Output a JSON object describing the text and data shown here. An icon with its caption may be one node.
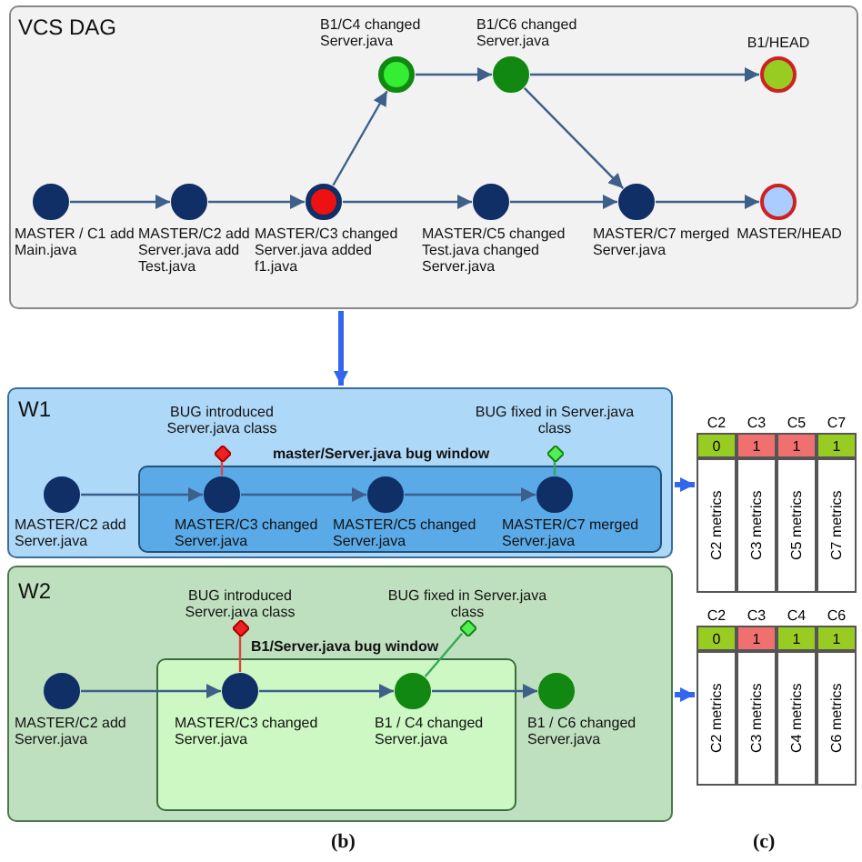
{
  "diagram": {
    "nodes": [
      {
        "text": [
          "VCS DAG"
        ]
      },
      {
        "text": [],
        "shape": "circle",
        "in": 0,
        "beside": [
          "MASTER / C1 add Main.java"
        ]
      },
      {
        "text": [],
        "shape": "circle",
        "in": 0,
        "beside": [
          "MASTER/C2 add Server.java add Test.java"
        ]
      },
      {
        "text": [],
        "shape": "circle",
        "in": 0,
        "beside": [
          "MASTER/C3 changed Server.java added f1.java"
        ]
      },
      {
        "text": [],
        "shape": "circle",
        "in": 0,
        "beside": [
          "B1/C4 changed Server.java"
        ]
      },
      {
        "text": [],
        "shape": "circle",
        "in": 0,
        "beside": [
          "B1/C6 changed Server.java"
        ]
      },
      {
        "text": [],
        "shape": "circle",
        "in": 0,
        "beside": [
          "B1/HEAD"
        ]
      },
      {
        "text": [],
        "shape": "circle",
        "in": 0,
        "beside": [
          "MASTER/C5 changed Test.java changed Server.java"
        ]
      },
      {
        "text": [],
        "shape": "circle",
        "in": 0,
        "beside": [
          "MASTER/C7 merged Server.java"
        ]
      },
      {
        "text": [],
        "shape": "circle",
        "in": 0,
        "beside": [
          "MASTER/HEAD"
        ]
      },
      {
        "text": [
          "W1"
        ]
      },
      {
        "text": [],
        "shape": "circle",
        "in": 10,
        "beside": [
          "MASTER/C2 add Server.java"
        ]
      },
      {
        "text": [
          "master/Server.java bug window"
        ],
        "in": 10
      },
      {
        "text": [],
        "shape": "diamond",
        "in": 10,
        "beside": [
          "BUG introduced Server.java class"
        ]
      },
      {
        "text": [],
        "shape": "diamond",
        "in": 10,
        "beside": [
          "BUG fixed in Server.java class"
        ]
      },
      {
        "text": [],
        "shape": "circle",
        "in": 12,
        "beside": [
          "MASTER/C3 changed Server.java"
        ]
      },
      {
        "text": [],
        "shape": "circle",
        "in": 12,
        "beside": [
          "MASTER/C5 changed Server.java"
        ]
      },
      {
        "text": [],
        "shape": "circle",
        "in": 12,
        "beside": [
          "MASTER/C7 merged Server.java"
        ]
      },
      {
        "text": [
          "W2"
        ]
      },
      {
        "text": [],
        "shape": "circle",
        "in": 18,
        "beside": [
          "MASTER/C2 add Server.java"
        ]
      },
      {
        "text": [
          "B1/Server.java bug window"
        ],
        "in": 18
      },
      {
        "text": [],
        "shape": "diamond",
        "in": 18,
        "beside": [
          "BUG introduced Server.java class"
        ]
      },
      {
        "text": [],
        "shape": "diamond",
        "in": 18,
        "beside": [
          "BUG fixed in Server.java class"
        ]
      },
      {
        "text": [],
        "shape": "circle",
        "in": 20,
        "beside": [
          "MASTER/C3 changed Server.java"
        ]
      },
      {
        "text": [],
        "shape": "circle",
        "in": 20,
        "beside": [
          "B1 / C4 changed Server.java"
        ]
      },
      {
        "text": [],
        "shape": "circle",
        "in": 18,
        "beside": [
          "B1 / C6 changed Server.java"
        ]
      },
      {
        "text": [
          "C2",
          "C3",
          "C5",
          "C7",
          "0",
          "1",
          "1",
          "1",
          "C2 metrics",
          "C3 metrics",
          "C5 metrics",
          "C7 metrics"
        ]
      },
      {
        "text": [
          "C2",
          "C3",
          "C4",
          "C6",
          "0",
          "1",
          "1",
          "1",
          "C2 metrics",
          "C3 metrics",
          "C4 metrics",
          "C6 metrics"
        ]
      }
    ],
    "edges": [
      {
        "from": 1,
        "to": 2,
        "arrow": "to"
      },
      {
        "from": 2,
        "to": 3,
        "arrow": "to"
      },
      {
        "from": 3,
        "to": 4,
        "arrow": "to"
      },
      {
        "from": 3,
        "to": 7,
        "arrow": "to"
      },
      {
        "from": 4,
        "to": 5,
        "arrow": "to"
      },
      {
        "from": 5,
        "to": 6,
        "arrow": "to"
      },
      {
        "from": 5,
        "to": 8,
        "arrow": "to"
      },
      {
        "from": 7,
        "to": 8,
        "arrow": "to"
      },
      {
        "from": 8,
        "to": 9,
        "arrow": "to"
      },
      {
        "from": 0,
        "to": 10,
        "arrow": "to",
        "style": "thick",
        "color": "#3366ee"
      },
      {
        "from": 11,
        "to": 15,
        "arrow": "to"
      },
      {
        "from": 15,
        "to": 16,
        "arrow": "to"
      },
      {
        "from": 16,
        "to": 17,
        "arrow": "to"
      },
      {
        "from": 13,
        "to": 15,
        "arrow": "none",
        "color": "#dd4444"
      },
      {
        "from": 14,
        "to": 17,
        "arrow": "none",
        "color": "#33aa55"
      },
      {
        "from": 19,
        "to": 23,
        "arrow": "to"
      },
      {
        "from": 23,
        "to": 24,
        "arrow": "to"
      },
      {
        "from": 24,
        "to": 25,
        "arrow": "to"
      },
      {
        "from": 21,
        "to": 23,
        "arrow": "none",
        "color": "#dd4444"
      },
      {
        "from": 22,
        "to": 24,
        "arrow": "none",
        "color": "#33aa55"
      },
      {
        "from": 10,
        "to": 26,
        "arrow": "to",
        "style": "thick",
        "color": "#3366ee"
      },
      {
        "from": 18,
        "to": 27,
        "arrow": "to",
        "style": "thick",
        "color": "#3366ee"
      }
    ],
    "labels": [
      "(b)",
      "(c)"
    ]
  }
}
